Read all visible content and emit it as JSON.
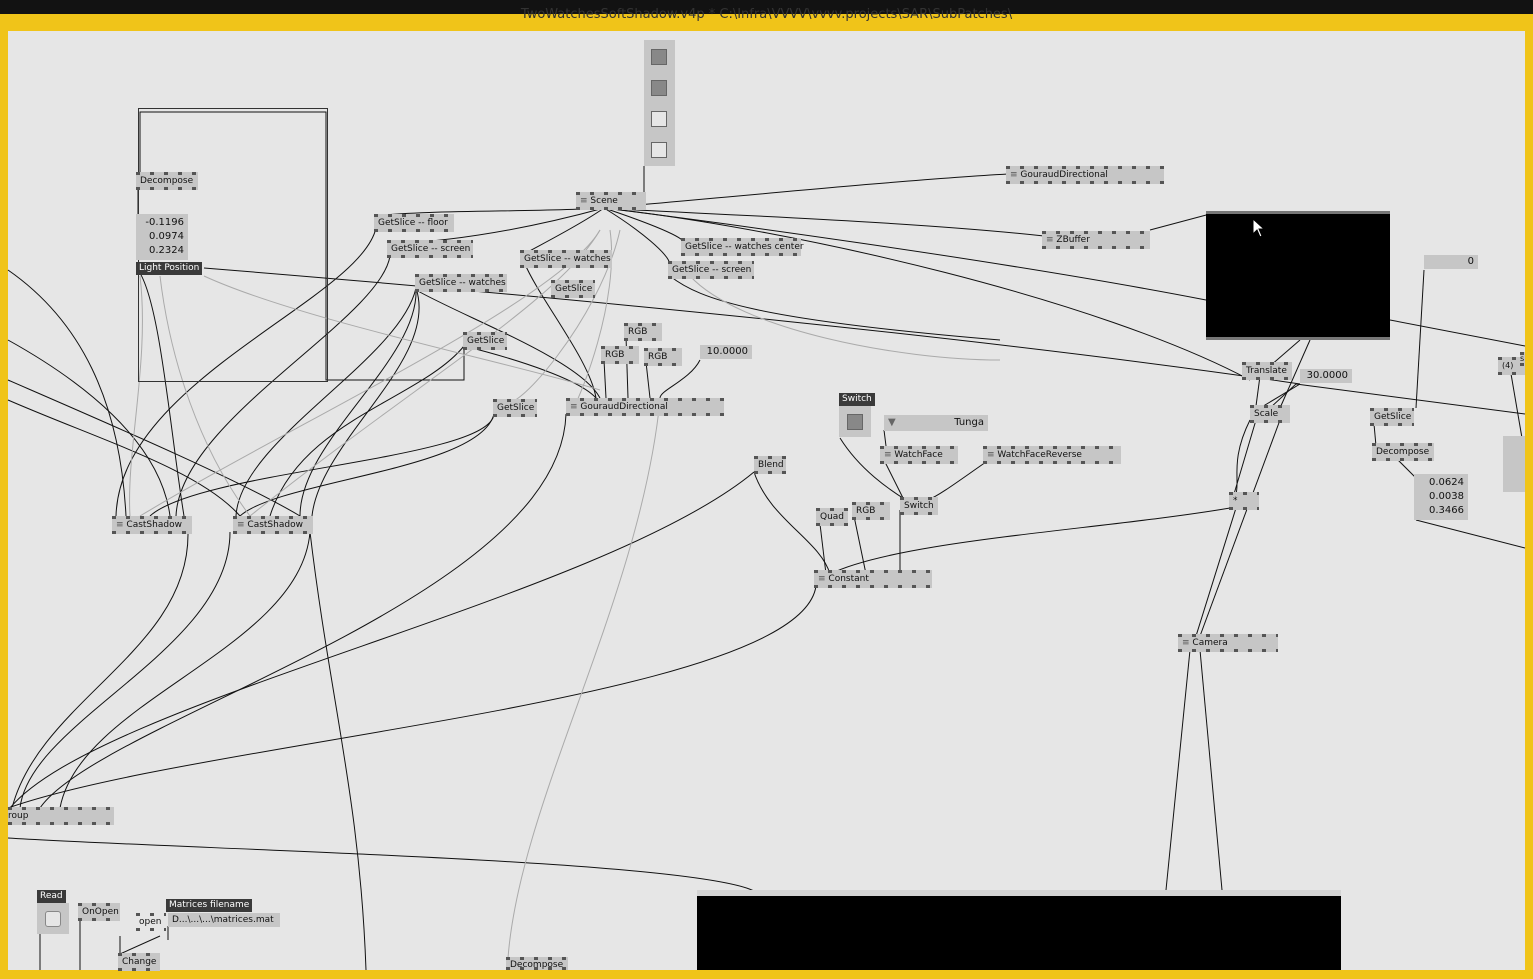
{
  "window": {
    "title": "TwoWatchesSoftShadow.v4p *  C:\\Infra\\VVVV\\vvvv.projects\\SAR\\SubPatches\\"
  },
  "nodes": {
    "decompose1": "Decompose",
    "light_position_tag": "Light Position",
    "light_values": [
      "-0.1196",
      "0.0974",
      "0.2324"
    ],
    "scene": "Scene",
    "getslice_floor": "GetSlice -- floor",
    "getslice_screen1": "GetSlice -- screen",
    "getslice_watches1": "GetSlice -- watches",
    "getslice_watches2": "GetSlice -- watches",
    "getslice_a": "GetSlice",
    "getslice_b": "GetSlice",
    "getslice_c": "GetSlice",
    "getslice_watches_center": "GetSlice -- watches center",
    "getslice_screen2": "GetSlice -- screen",
    "rgb1": "RGB",
    "rgb2": "RGB",
    "rgb3": "RGB",
    "value_10": "10.0000",
    "gouraud1": "GouraudDirectional",
    "gouraud2": "GouraudDirectional",
    "zbuffer": "ZBuffer",
    "castshadow1": "CastShadow",
    "castshadow2": "CastShadow",
    "switch_tag": "Switch",
    "tunga": "Tunga",
    "watchface": "WatchFace",
    "watchfacereverse": "WatchFaceReverse",
    "switch_node": "Switch",
    "blend": "Blend",
    "quad": "Quad",
    "rgb4": "RGB",
    "constant": "Constant",
    "translate": "Translate",
    "value_30": "30.0000",
    "scale": "Scale",
    "multiply": "*",
    "camera": "Camera",
    "value_0": "0",
    "getslice_d": "GetSlice",
    "decompose2": "Decompose",
    "right_values": [
      "0.0624",
      "0.0038",
      "0.3466"
    ],
    "count_4": "(4)",
    "group": "roup",
    "read_tag": "Read",
    "onopen": "OnOpen",
    "matrices_tag": "Matrices filename",
    "open_label": "open",
    "matrices_path": "D...\\...\\...\\matrices.mat",
    "change": "Change",
    "decompose3": "Decompose",
    "s_tag": "s"
  }
}
